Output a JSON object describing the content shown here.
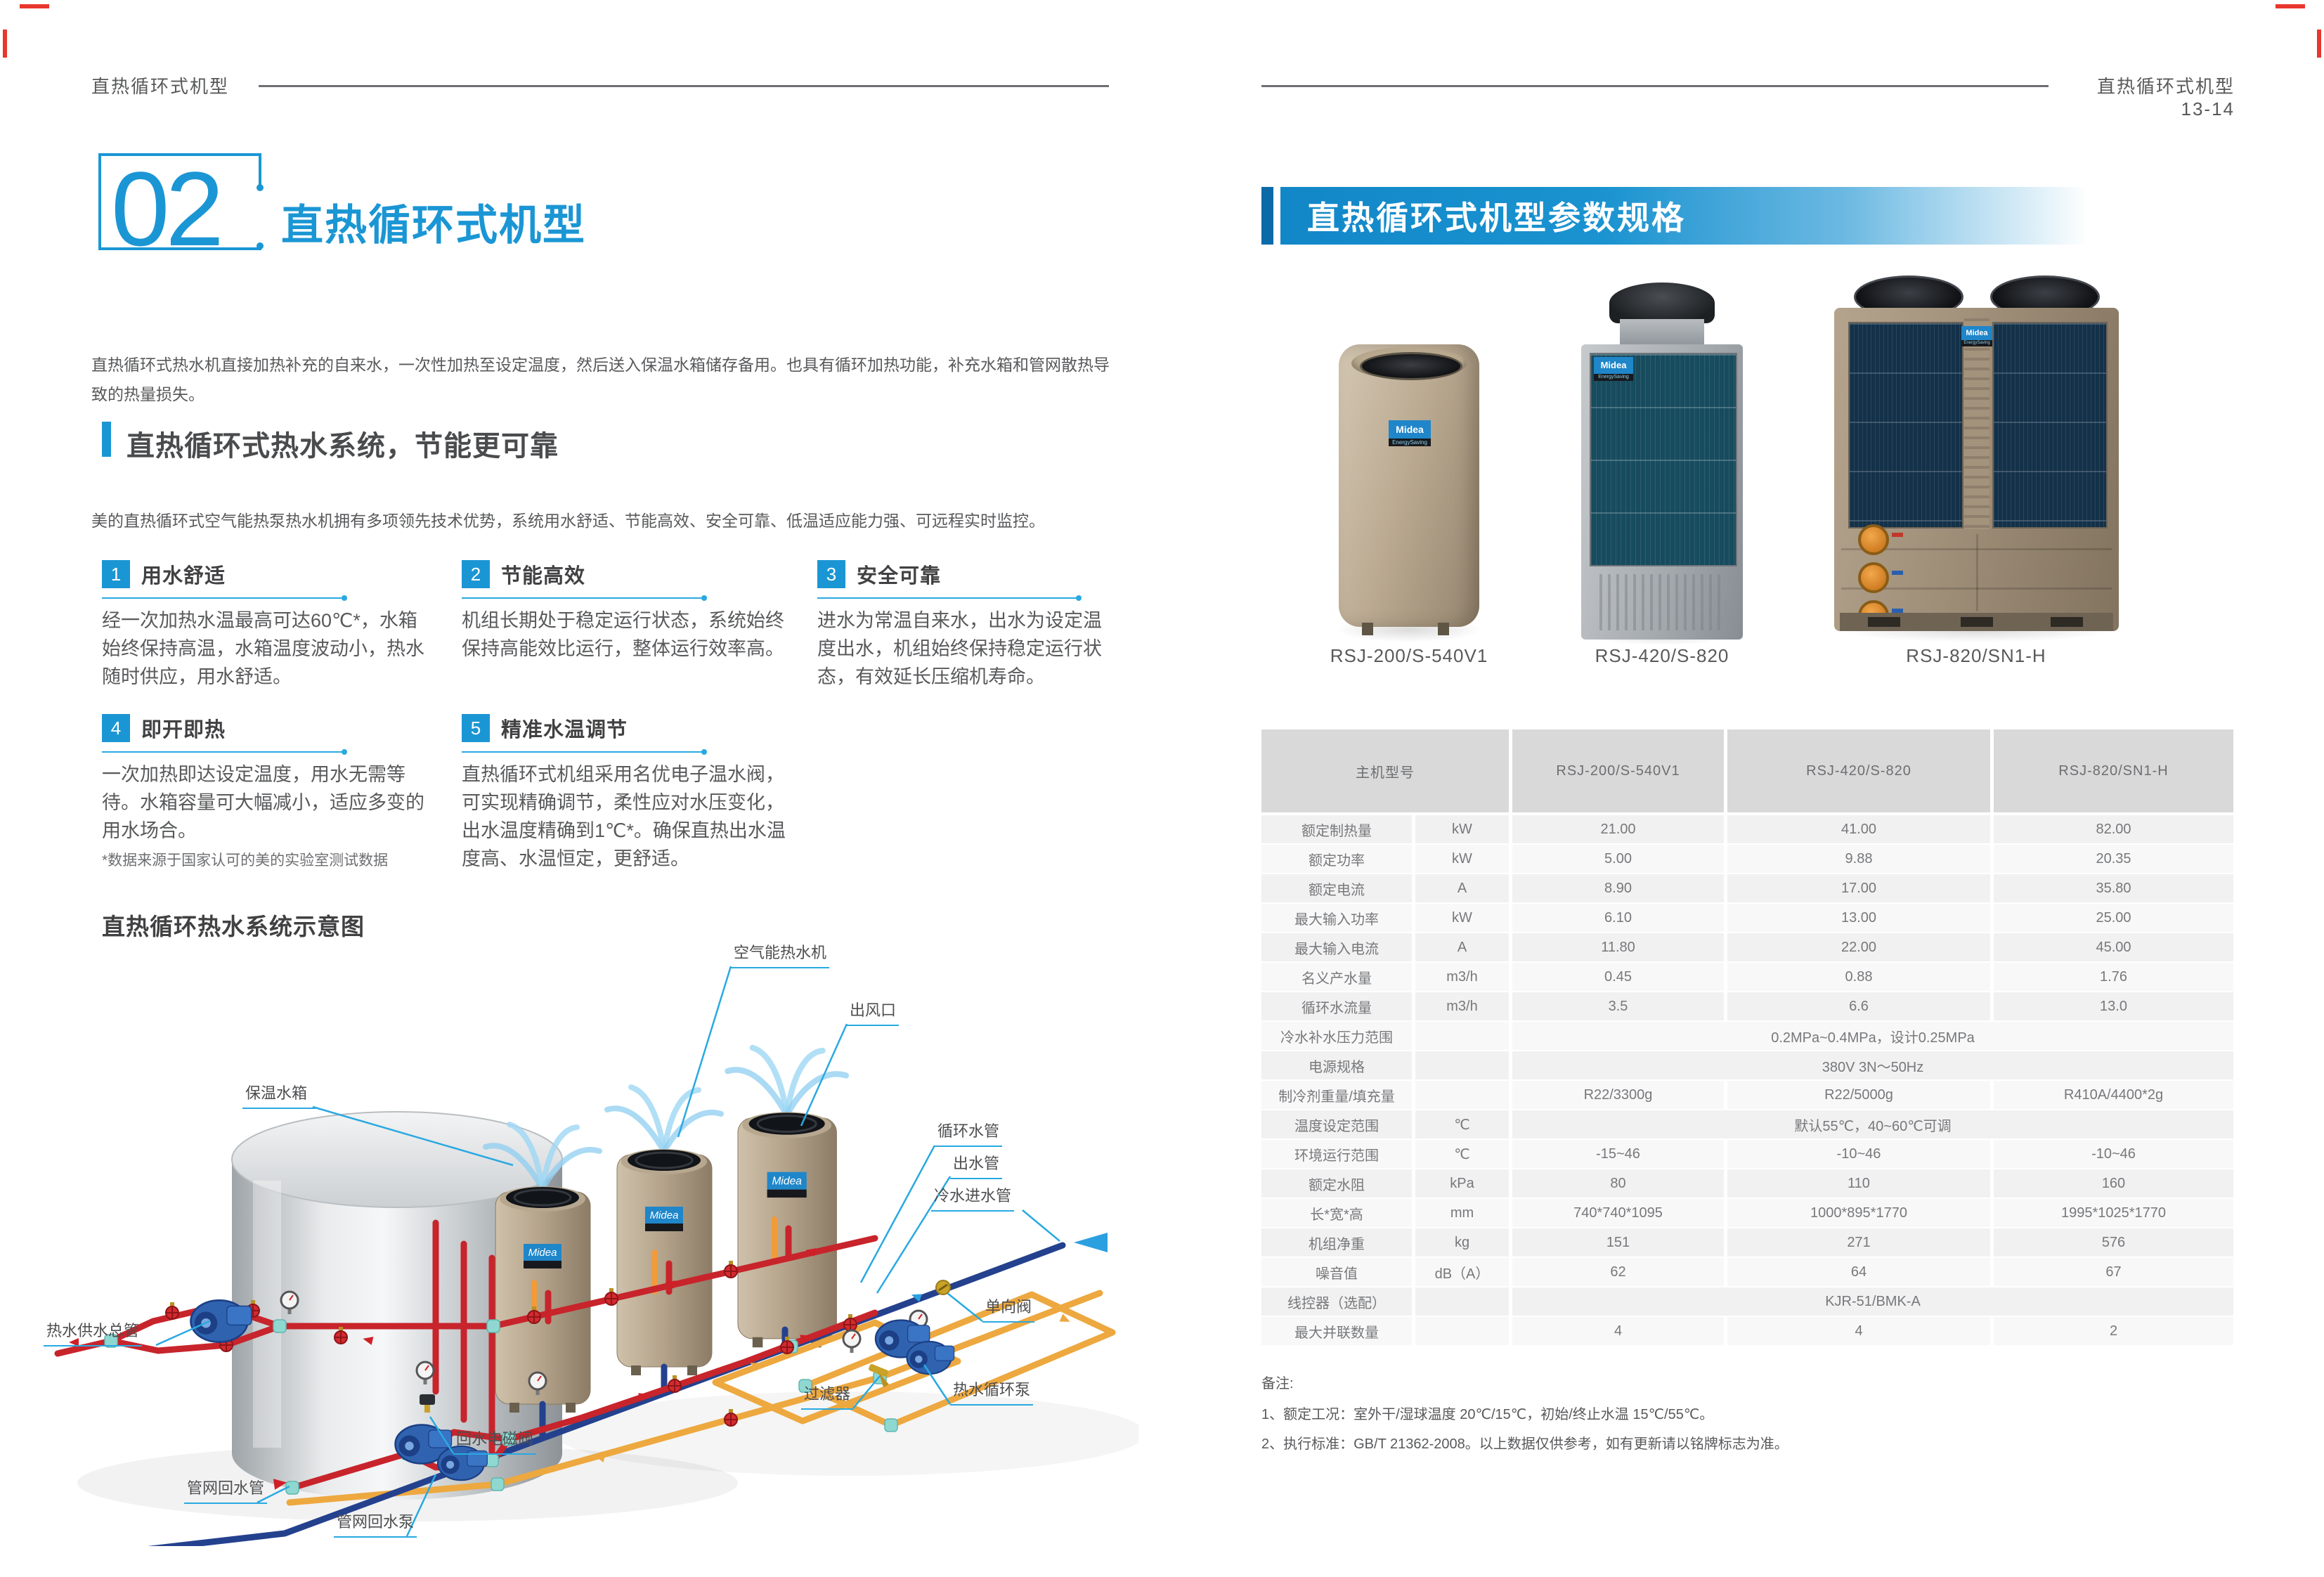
{
  "page": {
    "left_header": "直热循环式机型",
    "right_header": "直热循环式机型",
    "page_number": "13-14"
  },
  "brand": {
    "logo": "Midea",
    "sub": "EnergySaving"
  },
  "left": {
    "chapter_number": "02",
    "chapter_title": "直热循环式机型",
    "intro": "直热循环式热水机直接加热补充的自来水，一次性加热至设定温度，然后送入保温水箱储存备用。也具有循环加热功能，补充水箱和管网散热导致的热量损失。",
    "section_title": "直热循环式热水系统，节能更可靠",
    "section_desc": "美的直热循环式空气能热泵热水机拥有多项领先技术优势，系统用水舒适、节能高效、安全可靠、低温适应能力强、可远程实时监控。",
    "features": [
      {
        "num": "1",
        "title": "用水舒适",
        "body": "经一次加热水温最高可达60℃*，水箱始终保持高温，水箱温度波动小，热水随时供应，用水舒适。"
      },
      {
        "num": "2",
        "title": "节能高效",
        "body": "机组长期处于稳定运行状态，系统始终保持高能效比运行，整体运行效率高。"
      },
      {
        "num": "3",
        "title": "安全可靠",
        "body": "进水为常温自来水，出水为设定温度出水，机组始终保持稳定运行状态，有效延长压缩机寿命。"
      },
      {
        "num": "4",
        "title": "即开即热",
        "body": "一次加热即达设定温度，用水无需等待。水箱容量可大幅减小，适应多变的用水场合。"
      },
      {
        "num": "5",
        "title": "精准水温调节",
        "body": "直热循环式机组采用名优电子温水阀，可实现精确调节，柔性应对水压变化，出水温度精确到1℃*。确保直热出水温度高、水温恒定，更舒适。"
      }
    ],
    "footnote": "*数据来源于国家认可的美的实验室测试数据",
    "diagram_title": "直热循环热水系统示意图",
    "diagram_labels": {
      "tank": "保温水箱",
      "heat_pump": "空气能热水机",
      "air_outlet": "出风口",
      "circulation_pipe": "循环水管",
      "outlet_pipe": "出水管",
      "cold_inlet_pipe": "冷水进水管",
      "hot_supply_main": "热水供水总管",
      "check_valve": "单向阀",
      "filter": "过滤器",
      "hot_circ_pump": "热水循环泵",
      "return_solenoid": "回水电磁阀",
      "network_return_pipe": "管网回水管",
      "network_return_pump": "管网回水泵"
    }
  },
  "right": {
    "banner_title": "直热循环式机型参数规格",
    "products": [
      {
        "model": "RSJ-200/S-540V1"
      },
      {
        "model": "RSJ-420/S-820"
      },
      {
        "model": "RSJ-820/SN1-H"
      }
    ],
    "table": {
      "header_label": "主机型号",
      "models": [
        "RSJ-200/S-540V1",
        "RSJ-420/S-820",
        "RSJ-820/SN1-H"
      ],
      "rows": [
        {
          "label": "额定制热量",
          "unit": "kW",
          "values": [
            "21.00",
            "41.00",
            "82.00"
          ]
        },
        {
          "label": "额定功率",
          "unit": "kW",
          "values": [
            "5.00",
            "9.88",
            "20.35"
          ]
        },
        {
          "label": "额定电流",
          "unit": "A",
          "values": [
            "8.90",
            "17.00",
            "35.80"
          ]
        },
        {
          "label": "最大输入功率",
          "unit": "kW",
          "values": [
            "6.10",
            "13.00",
            "25.00"
          ]
        },
        {
          "label": "最大输入电流",
          "unit": "A",
          "values": [
            "11.80",
            "22.00",
            "45.00"
          ]
        },
        {
          "label": "名义产水量",
          "unit": "m3/h",
          "values": [
            "0.45",
            "0.88",
            "1.76"
          ]
        },
        {
          "label": "循环水流量",
          "unit": "m3/h",
          "values": [
            "3.5",
            "6.6",
            "13.0"
          ]
        },
        {
          "label": "冷水补水压力范围",
          "unit": "",
          "span_value": "0.2MPa~0.4MPa，设计0.25MPa"
        },
        {
          "label": "电源规格",
          "unit": "",
          "span_value": "380V 3N～50Hz"
        },
        {
          "label": "制冷剂重量/填充量",
          "unit": "",
          "values": [
            "R22/3300g",
            "R22/5000g",
            "R410A/4400*2g"
          ]
        },
        {
          "label": "温度设定范围",
          "unit": "℃",
          "span_value": "默认55℃，40~60℃可调"
        },
        {
          "label": "环境运行范围",
          "unit": "℃",
          "values": [
            "-15~46",
            "-10~46",
            "-10~46"
          ]
        },
        {
          "label": "额定水阻",
          "unit": "kPa",
          "values": [
            "80",
            "110",
            "160"
          ]
        },
        {
          "label": "长*宽*高",
          "unit": "mm",
          "values": [
            "740*740*1095",
            "1000*895*1770",
            "1995*1025*1770"
          ]
        },
        {
          "label": "机组净重",
          "unit": "kg",
          "values": [
            "151",
            "271",
            "576"
          ]
        },
        {
          "label": "噪音值",
          "unit": "dB（A）",
          "values": [
            "62",
            "64",
            "67"
          ]
        },
        {
          "label": "线控器（选配）",
          "unit": "",
          "span_value": "KJR-51/BMK-A"
        },
        {
          "label": "最大并联数量",
          "unit": "",
          "values": [
            "4",
            "4",
            "2"
          ]
        }
      ]
    },
    "notes_title": "备注:",
    "notes": [
      "1、额定工况：室外干/湿球温度 20℃/15℃，初始/终止水温 15℃/55℃。",
      "2、执行标准：GB/T 21362-2008。以上数据仅供参考，如有更新请以铭牌标志为准。"
    ]
  },
  "colors": {
    "accent_blue": "#1b96d4",
    "callout_blue": "#29a9e1",
    "banner_blue": "#1287c8",
    "banner_bar": "#0b6aa8",
    "text_dark": "#414042",
    "text_body": "#58595b",
    "table_text": "#6d6e71",
    "table_header_bg": "#d9d9d9",
    "row_alt_a": "#f1f1f1",
    "row_alt_b": "#f8f8f8",
    "pipe_red": "#c8242b",
    "pipe_yellow": "#eda83f",
    "pipe_blue": "#24418e"
  }
}
